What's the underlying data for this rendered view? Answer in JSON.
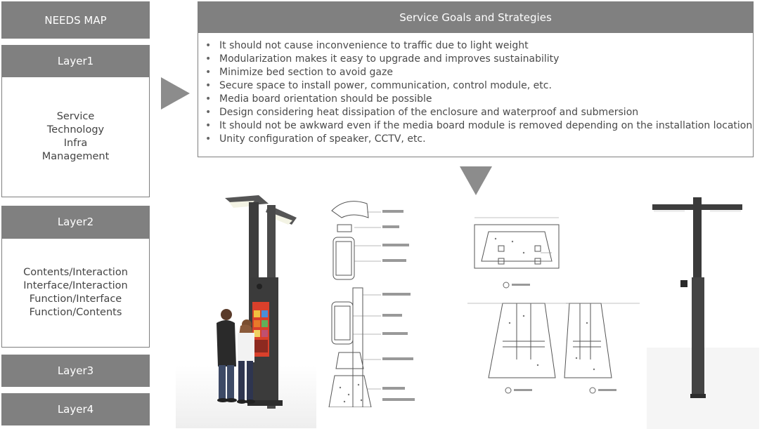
{
  "needs_map": "NEEDS MAP",
  "layer1": {
    "label": "Layer1",
    "items": [
      "Service",
      "Technology",
      "Infra",
      "Management"
    ]
  },
  "layer2": {
    "label": "Layer2",
    "items": [
      "Contents/Interaction",
      "Interface/Interaction",
      "Function/Interface",
      "Function/Contents"
    ]
  },
  "layer3": {
    "label": "Layer3"
  },
  "layer4": {
    "label": "Layer4"
  },
  "goals": {
    "title": "Service Goals and Strategies",
    "items": [
      "It should not cause inconvenience to traffic due to light weight",
      "Modularization makes it easy to upgrade and improves sustainability",
      "Minimize bed section to avoid gaze",
      "Secure space to install power, communication, control module, etc.",
      "Media board orientation should be possible",
      "Design considering heat dissipation of the enclosure and waterproof and submersion",
      "It should not be awkward even if the media board module is removed depending on the installation location",
      "Unity configuration of speaker, CCTV, etc."
    ]
  },
  "colors": {
    "header_gray": "#808080",
    "border": "#7f7f7f",
    "pole_dark": "#3d3d3d"
  }
}
